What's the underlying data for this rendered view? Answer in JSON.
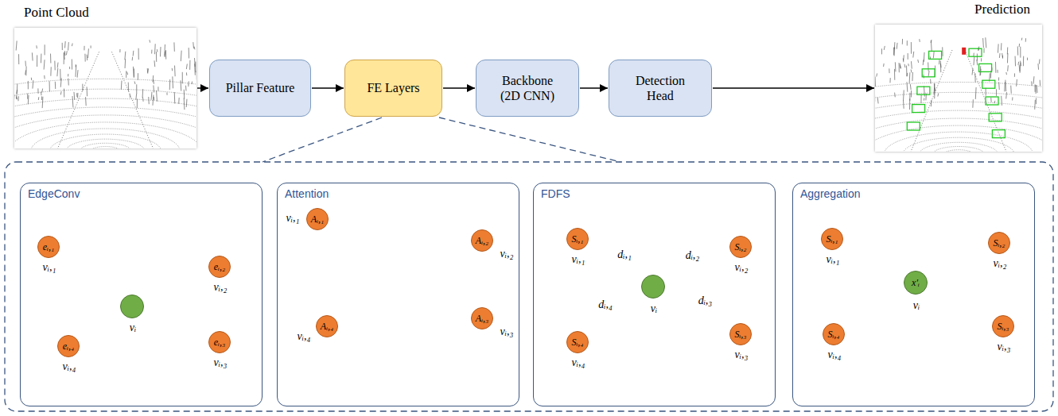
{
  "diagram": {
    "nodes": [
      {
        "text": [
          "Point Cloud"
        ]
      },
      {
        "text": [
          "Pillar Feature"
        ]
      },
      {
        "text": [
          "FE Layers"
        ]
      },
      {
        "text": [
          "Backbone (2D CNN)"
        ]
      },
      {
        "text": [
          "Detection Head"
        ]
      },
      {
        "text": [
          "Prediction"
        ]
      },
      {
        "text": [
          "EdgeConv"
        ]
      },
      {
        "text": [
          "vᵢ"
        ],
        "in": 6
      },
      {
        "text": [
          "eᵢ,₁",
          "vᵢ,₁"
        ],
        "in": 6
      },
      {
        "text": [
          "eᵢ,₂",
          "vᵢ,₂"
        ],
        "in": 6
      },
      {
        "text": [
          "eᵢ,₃",
          "vᵢ,₃"
        ],
        "in": 6
      },
      {
        "text": [
          "eᵢ,₄",
          "vᵢ,₄"
        ],
        "in": 6
      },
      {
        "text": [
          "Attention"
        ]
      },
      {
        "text": [
          "Aᵢ,₁",
          "vᵢ,₁"
        ],
        "in": 12
      },
      {
        "text": [
          "Aᵢ,₂",
          "vᵢ,₂"
        ],
        "in": 12
      },
      {
        "text": [
          "Aᵢ,₃",
          "vᵢ,₃"
        ],
        "in": 12
      },
      {
        "text": [
          "Aᵢ,₄",
          "vᵢ,₄"
        ],
        "in": 12
      },
      {
        "text": [
          "FDFS"
        ]
      },
      {
        "text": [
          "vᵢ"
        ],
        "in": 17
      },
      {
        "text": [
          "Sᵢ,₁",
          "vᵢ,₁"
        ],
        "in": 17
      },
      {
        "text": [
          "Sᵢ,₂",
          "vᵢ,₂"
        ],
        "in": 17
      },
      {
        "text": [
          "Sᵢ,₃",
          "vᵢ,₃"
        ],
        "in": 17
      },
      {
        "text": [
          "Sᵢ,₄",
          "vᵢ,₄"
        ],
        "in": 17
      },
      {
        "text": [
          "Aggregation"
        ]
      },
      {
        "text": [
          "x′ᵢ",
          "vᵢ"
        ],
        "in": 23
      },
      {
        "text": [
          "Sᵢ,₁",
          "vᵢ,₁"
        ],
        "in": 23
      },
      {
        "text": [
          "Sᵢ,₂",
          "vᵢ,₂"
        ],
        "in": 23
      },
      {
        "text": [
          "Sᵢ,₃",
          "vᵢ,₃"
        ],
        "in": 23
      },
      {
        "text": [
          "Sᵢ,₄",
          "vᵢ,₄"
        ],
        "in": 23
      }
    ],
    "edges": [
      {
        "from": 0,
        "to": 1,
        "arrow": "to"
      },
      {
        "from": 1,
        "to": 2,
        "arrow": "to"
      },
      {
        "from": 2,
        "to": 3,
        "arrow": "to"
      },
      {
        "from": 3,
        "to": 4,
        "arrow": "to"
      },
      {
        "from": 4,
        "to": 5,
        "arrow": "to"
      },
      {
        "from": 7,
        "to": 8,
        "arrow": "to"
      },
      {
        "from": 7,
        "to": 9,
        "arrow": "to"
      },
      {
        "from": 7,
        "to": 10,
        "arrow": "to"
      },
      {
        "from": 7,
        "to": 11,
        "arrow": "to"
      },
      {
        "from": 13,
        "to": 14,
        "arrow": "both"
      },
      {
        "from": 13,
        "to": 16,
        "arrow": "both"
      },
      {
        "from": 14,
        "to": 15,
        "arrow": "both"
      },
      {
        "from": 13,
        "to": 15,
        "arrow": "both"
      },
      {
        "from": 14,
        "to": 16,
        "arrow": "both"
      },
      {
        "from": 15,
        "to": 16,
        "arrow": "to"
      },
      {
        "from": 18,
        "to": 19,
        "label": "dᵢ,₁",
        "arrow": "both"
      },
      {
        "from": 18,
        "to": 20,
        "label": "dᵢ,₂",
        "arrow": "both"
      },
      {
        "from": 18,
        "to": 21,
        "label": "dᵢ,₃",
        "arrow": "both"
      },
      {
        "from": 18,
        "to": 22,
        "label": "dᵢ,₄",
        "arrow": "both"
      },
      {
        "from": 25,
        "to": 24,
        "arrow": "to"
      },
      {
        "from": 26,
        "to": 24,
        "arrow": "to"
      },
      {
        "from": 27,
        "to": 24,
        "arrow": "to"
      },
      {
        "from": 28,
        "to": 24,
        "arrow": "to"
      }
    ]
  }
}
